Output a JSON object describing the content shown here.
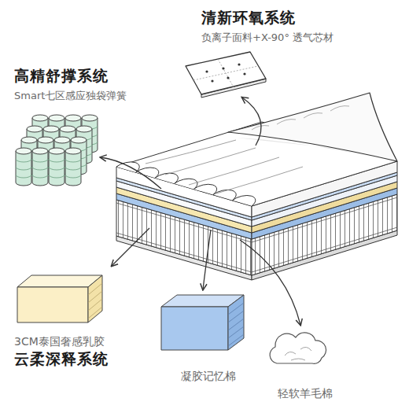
{
  "diagram": {
    "nodes": [
      {
        "text": [
          "清新环氧系统",
          "负离子面料+X-90° 透气芯材"
        ]
      },
      {
        "text": [
          "高精舒撑系统",
          "Smart七区感应独袋弹簧"
        ]
      },
      {
        "text": [
          "3CM泰国奢感乳胶",
          "云柔深释系统"
        ]
      },
      {
        "text": [
          "凝胶记忆棉"
        ]
      },
      {
        "text": [
          "轻软羊毛棉"
        ]
      }
    ]
  }
}
